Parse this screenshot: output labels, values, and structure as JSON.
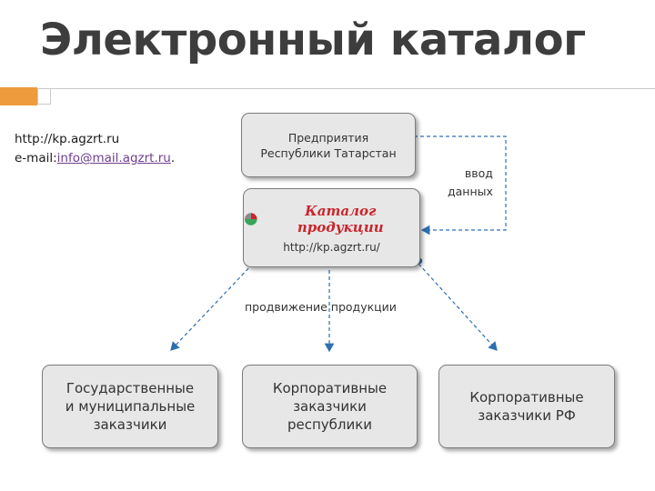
{
  "slide": {
    "title": "Электронный каталог"
  },
  "contact": {
    "url_label": "http://kp.agzrt.ru",
    "email_prefix": "e-mail:",
    "email": "info@mail.agzrt.ru",
    "email_suffix": "."
  },
  "diagram": {
    "enterprises": "Предприятия\nРеспублики Татарстан",
    "catalog_logo": "Каталог продукции",
    "catalog_url": "http://kp.agzrt.ru/",
    "data_entry_label": "ввод\nданных",
    "promotion_label": "продвижение  продукции",
    "targets": [
      "Государственные\nи муниципальные\nзаказчики",
      "Корпоративные\nзаказчики\nреспублики",
      "Корпоративные\nзаказчики РФ"
    ]
  },
  "colors": {
    "accent": "#ee9b3e",
    "arrow": "#2e6fb0",
    "logo_red": "#c8262c",
    "logo_green": "#3aa35a",
    "box_fill": "#e7e7e7"
  }
}
